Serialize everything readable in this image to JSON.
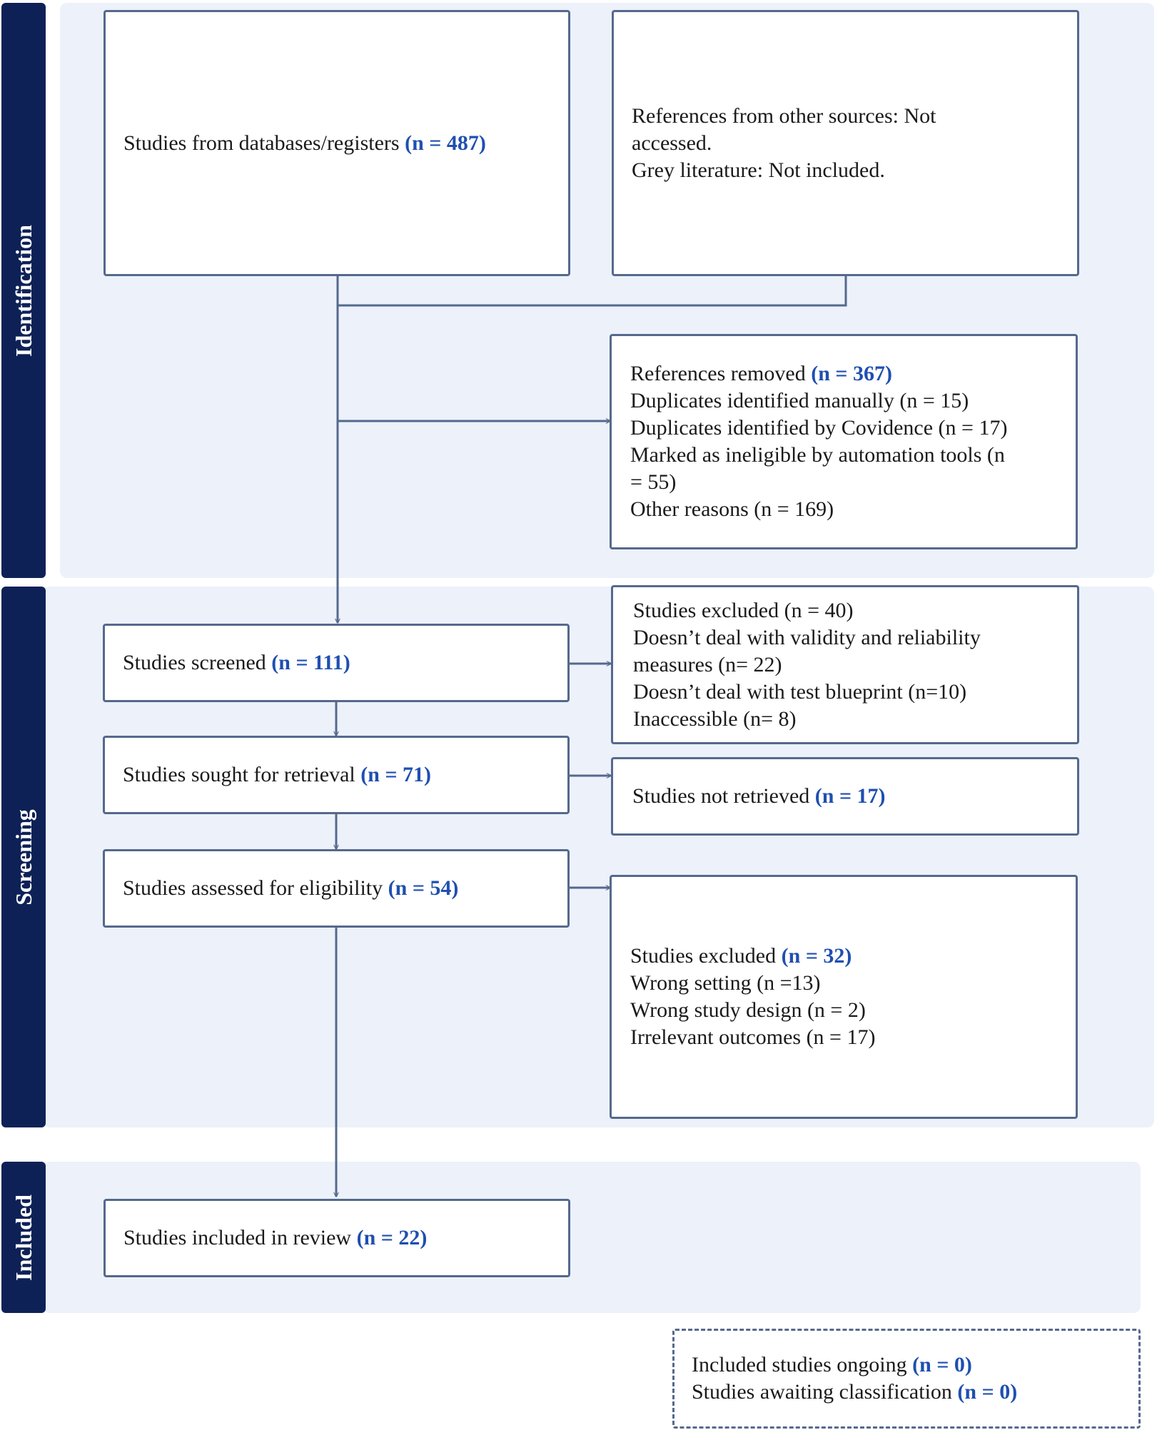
{
  "phases": {
    "identification": "Identification",
    "screening": "Screening",
    "included": "Included"
  },
  "boxes": {
    "databases": {
      "text": "Studies from databases/registers ",
      "count": "(n = 487)"
    },
    "other_sources": {
      "line1": "References from other sources: Not",
      "line2": "accessed.",
      "line3": "Grey literature: Not included."
    },
    "removed": {
      "header_text": "References removed ",
      "header_count": "(n = 367)",
      "line1": "Duplicates identified manually (n = 15)",
      "line2": "Duplicates identified by Covidence (n = 17)",
      "line3": "Marked as ineligible by automation tools (n",
      "line4": "= 55)",
      "line5": "Other reasons (n = 169)"
    },
    "screened": {
      "text": "Studies screened ",
      "count": "(n = 111)"
    },
    "excluded_screening": {
      "line1": "Studies excluded (n = 40)",
      "line2": "Doesn’t deal with validity and reliability",
      "line3": "measures (n= 22)",
      "line4": "Doesn’t deal with test blueprint (n=10)",
      "line5": "Inaccessible (n= 8)"
    },
    "sought": {
      "text": "Studies sought for retrieval ",
      "count": "(n = 71)"
    },
    "not_retrieved": {
      "text": "Studies not retrieved ",
      "count": "(n = 17)"
    },
    "assessed": {
      "text": "Studies assessed for eligibility ",
      "count": "(n = 54)"
    },
    "excluded_eligibility": {
      "header_text": "Studies excluded ",
      "header_count": "(n = 32)",
      "line1": "Wrong setting (n =13)",
      "line2": "Wrong study design (n = 2)",
      "line3": "Irrelevant outcomes (n = 17)"
    },
    "included_review": {
      "text": "Studies included in review ",
      "count": "(n = 22)"
    },
    "ongoing": {
      "line1_text": "Included studies ongoing ",
      "line1_count": "(n = 0)",
      "line2_text": "Studies awaiting classification ",
      "line2_count": "(n = 0)"
    }
  },
  "colors": {
    "sidebar": "#0e2157",
    "band": "#ecf1fa",
    "connector": "#55698d",
    "highlight": "#1f4fb0"
  }
}
